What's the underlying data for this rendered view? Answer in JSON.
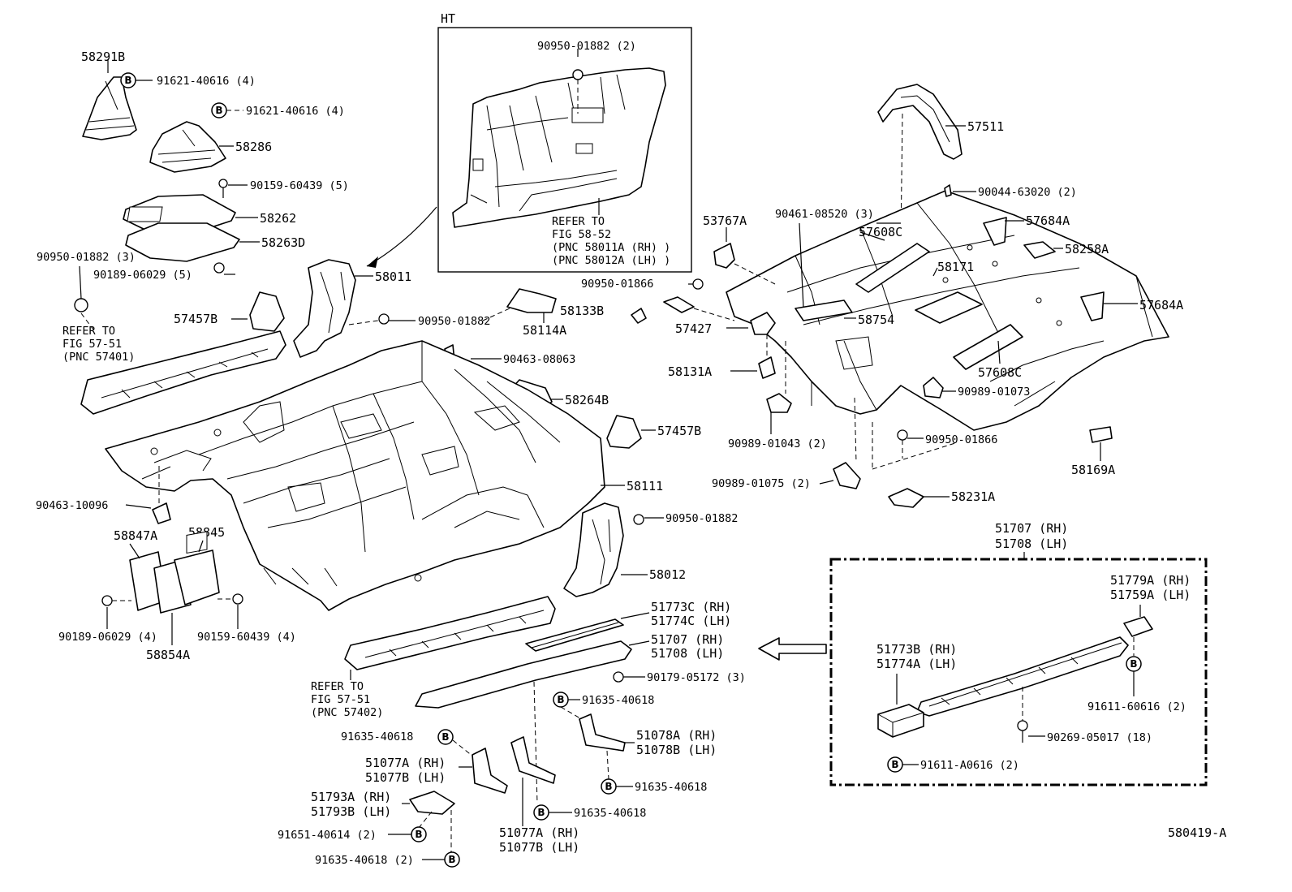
{
  "figure_code": "580419-A",
  "inset_ht": {
    "title": "HT",
    "refer": [
      "REFER TO",
      "FIG 58-52",
      "(PNC 58011A (RH) )",
      "(PNC 58012A (LH) )"
    ]
  },
  "refer_57401": [
    "REFER TO",
    "FIG 57-51",
    "(PNC 57401)"
  ],
  "refer_57402": [
    "REFER TO",
    "FIG 57-51",
    "(PNC 57402)"
  ],
  "sill_box_header": [
    "51707 (RH)",
    "51708 (LH)"
  ],
  "bolt_symbol": "B",
  "labels": {
    "l58291B": "58291B",
    "l91621a": "91621-40616 (4)",
    "l91621b": "91621-40616 (4)",
    "l58286": "58286",
    "l90159a": "90159-60439 (5)",
    "l58262": "58262",
    "l58263D": "58263D",
    "l90950_3": "90950-01882 (3)",
    "l90189_5": "90189-06029 (5)",
    "l58011": "58011",
    "l57457B_a": "57457B",
    "l90950b": "90950-01882",
    "l58114A": "58114A",
    "l58133B": "58133B",
    "l90463_08063": "90463-08063",
    "l58264B": "58264B",
    "l57457B_b": "57457B",
    "l58111": "58111",
    "l90463_10096": "90463-10096",
    "l58847A": "58847A",
    "l58845": "58845",
    "l90950c": "90950-01882",
    "l58012": "58012",
    "l90189_4": "90189-06029 (4)",
    "l90159_4": "90159-60439 (4)",
    "l58854A": "58854A",
    "l51773C": "51773C (RH)",
    "l51774C": "51774C (LH)",
    "l51707": "51707 (RH)",
    "l51708": "51708 (LH)",
    "l90179": "90179-05172 (3)",
    "l91635a": "91635-40618",
    "l91635b": "91635-40618",
    "l51078A": "51078A (RH)",
    "l51078B": "51078B (LH)",
    "l51077A_a": "51077A (RH)",
    "l51077B_a": "51077B (LH)",
    "l91635c": "91635-40618",
    "l51793A": "51793A (RH)",
    "l51793B": "51793B (LH)",
    "l91635d": "91635-40618",
    "l91651": "91651-40614 (2)",
    "l51077A_b": "51077A (RH)",
    "l51077B_b": "51077B (LH)",
    "l91635e": "91635-40618 (2)",
    "l90950_ht": "90950-01882 (2)",
    "l57511": "57511",
    "l90044": "90044-63020 (2)",
    "l53767A": "53767A",
    "l90461": "90461-08520 (3)",
    "l57684A_a": "57684A",
    "l57608C_a": "57608C",
    "l58258A": "58258A",
    "l58171": "58171",
    "l90950_01866a": "90950-01866",
    "l57684A_b": "57684A",
    "l58754": "58754",
    "l57427": "57427",
    "l58131A": "58131A",
    "l57608C_b": "57608C",
    "l90989_01073": "90989-01073",
    "l90989_01043": "90989-01043 (2)",
    "l90950_01866b": "90950-01866",
    "l58169A": "58169A",
    "l90989_01075": "90989-01075 (2)",
    "l58231A": "58231A",
    "l51779A": "51779A (RH)",
    "l51759A": "51759A (LH)",
    "l51773B": "51773B (RH)",
    "l51774A": "51774A (LH)",
    "l91611_60616": "91611-60616 (2)",
    "l90269": "90269-05017 (18)",
    "l91611_A0616": "91611-A0616 (2)"
  }
}
